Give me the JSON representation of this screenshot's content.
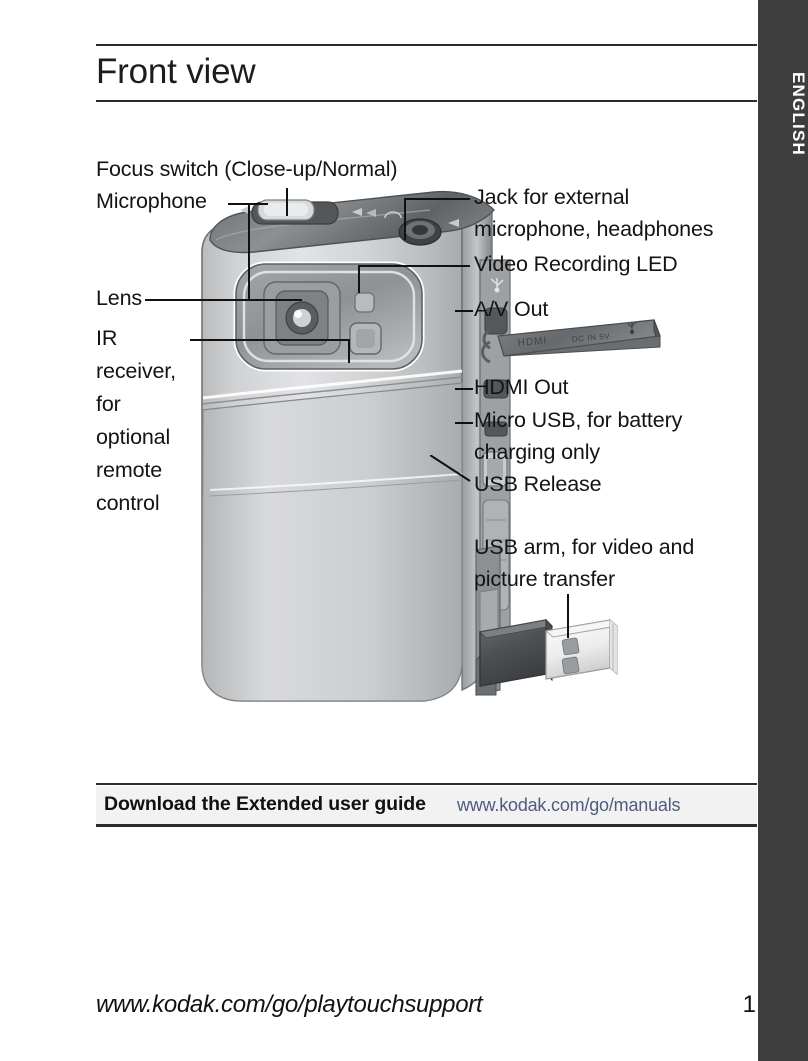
{
  "language_tab": {
    "label": "ENGLISH"
  },
  "header": {
    "title": "Front view"
  },
  "callouts": {
    "focus_switch": "Focus switch (Close-up/Normal)",
    "microphone": "Microphone",
    "lens": "Lens",
    "ir_receiver": "IR\nreceiver,\nfor\noptional\nremote\ncontrol",
    "jack_external": "Jack for external\nmicrophone, headphones",
    "video_recording_led": "Video Recording LED",
    "av_out": "A/V Out",
    "hdmi_out": "HDMI Out",
    "micro_usb": "Micro USB, for battery\ncharging only",
    "usb_release": "USB Release",
    "usb_arm": "USB arm, for video and\npicture transfer"
  },
  "artwork": {
    "port_cover_labels": [
      "HDMI",
      "DC IN 5V"
    ],
    "description": "three-quarter view illustration of a Kodak PlayTouch pocket video camera with its USB arm extended"
  },
  "footer_band": {
    "prompt": "Download the Extended user guide",
    "url": "www.kodak.com/go/manuals",
    "url_color": "#4e5c7e"
  },
  "footer": {
    "url": "www.kodak.com/go/playtouchsupport",
    "page_number": "1"
  }
}
